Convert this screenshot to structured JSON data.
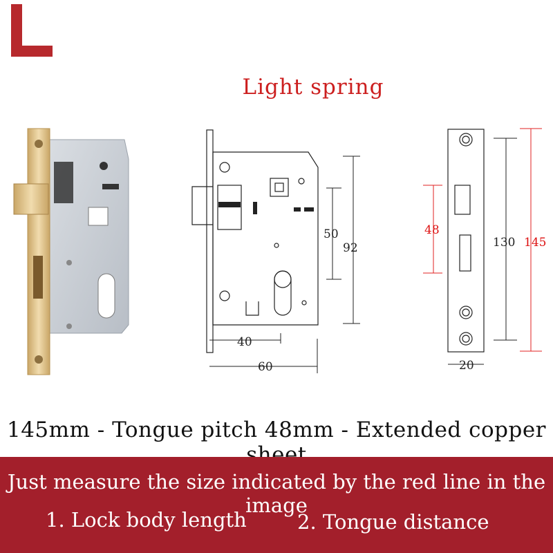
{
  "badge": {
    "letter": "L",
    "color": "#b7292d"
  },
  "title": "Light spring",
  "drawing": {
    "body_dims": {
      "tongue_pitch": "50",
      "body_height": "92",
      "backset": "40",
      "body_width": "60"
    },
    "plate_dims": {
      "tongue_pitch": "48",
      "inner_length": "130",
      "plate_length": "145",
      "plate_width": "20"
    }
  },
  "spec_line": "145mm - Tongue pitch 48mm - Extended copper sheet",
  "banner": {
    "color": "#a31f2b",
    "headline": "Just measure the size indicated by the red line in the image",
    "items": [
      "1. Lock body length",
      "2. Tongue distance"
    ]
  }
}
